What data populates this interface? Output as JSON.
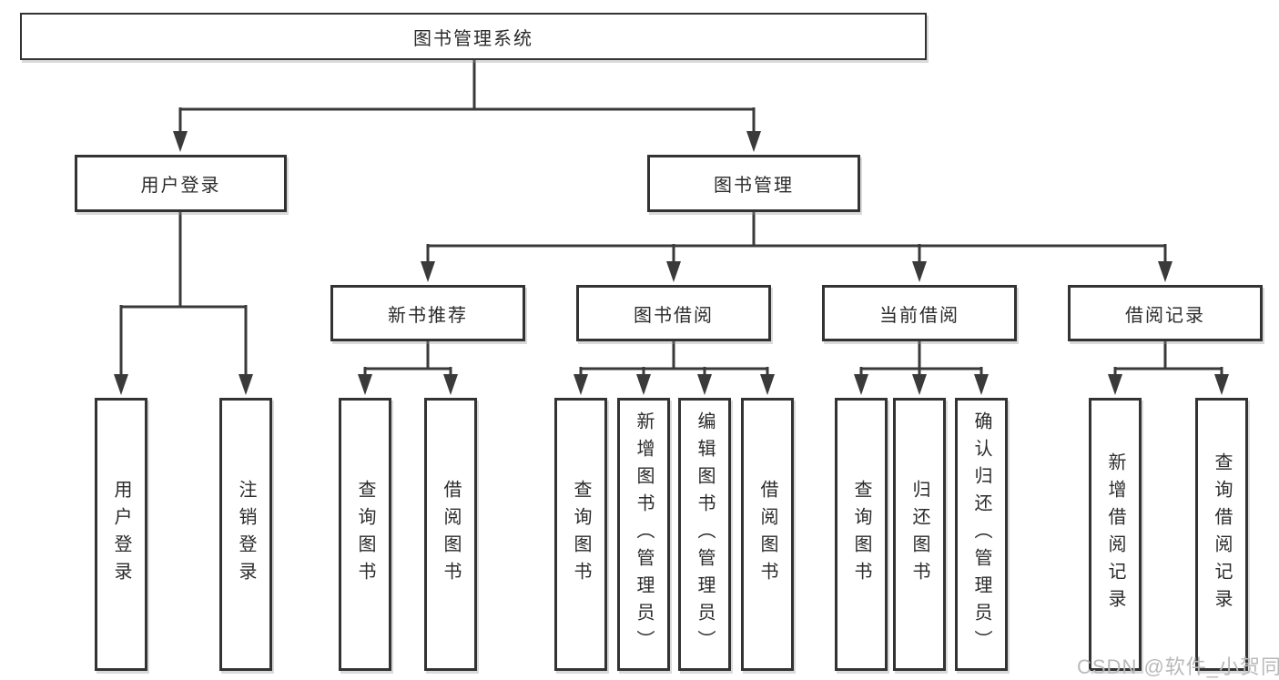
{
  "tree": {
    "root": "图书管理系统",
    "branches": [
      {
        "label": "用户登录",
        "leaves": [
          "用户登录",
          "注销登录"
        ]
      },
      {
        "label": "图书管理",
        "sections": [
          {
            "label": "新书推荐",
            "leaves": [
              "查询图书",
              "借阅图书"
            ]
          },
          {
            "label": "图书借阅",
            "leaves": [
              "查询图书",
              "新增图书（管理员）",
              "编辑图书（管理员）",
              "借阅图书"
            ]
          },
          {
            "label": "当前借阅",
            "leaves": [
              "查询图书",
              "归还图书",
              "确认归还（管理员）"
            ]
          },
          {
            "label": "借阅记录",
            "leaves": [
              "新增借阅记录",
              "查询借阅记录"
            ]
          }
        ]
      }
    ]
  },
  "watermark": "CSDN @软件_小贺同学",
  "colors": {
    "line": "#3a3a3a",
    "box_border": "#333333",
    "text": "#2b2b2b",
    "watermark": "#b9b9b9",
    "background": "#ffffff"
  }
}
